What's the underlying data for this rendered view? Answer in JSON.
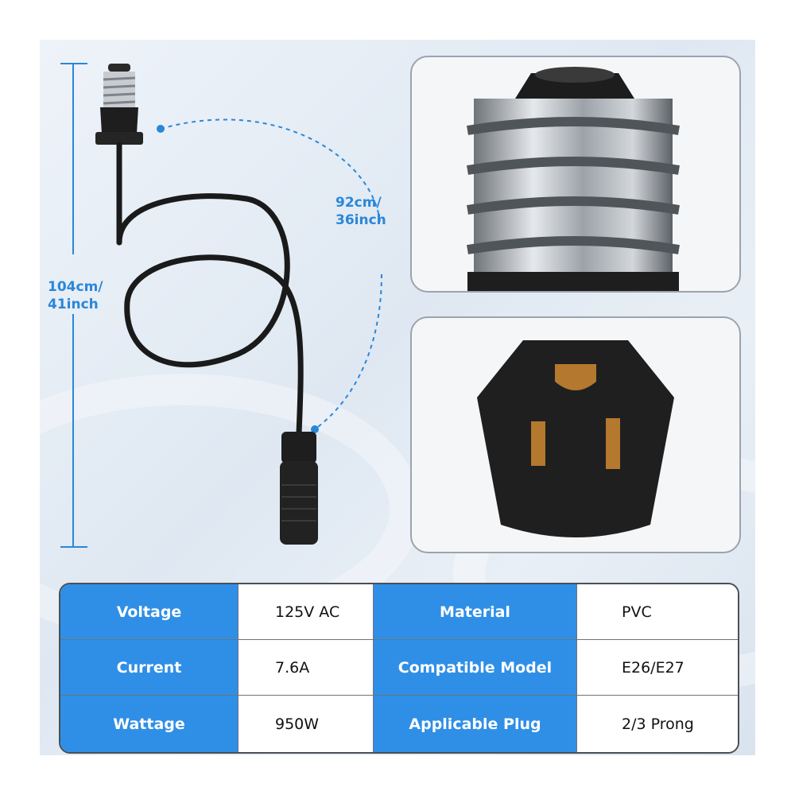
{
  "dimensions": {
    "total_length": [
      "104cm/",
      "41inch"
    ],
    "cord_length": [
      "92cm/",
      "36inch"
    ]
  },
  "colors": {
    "accent": "#2f8fe6",
    "dimension": "#2a87d8",
    "cable": "#1a1a1a"
  },
  "icons": {
    "socket": "e26-lamp-socket-adapter",
    "thread": "metal-screw-thread-closeup",
    "outlet": "three-prong-outlet-face"
  },
  "specs": [
    {
      "key1": "Voltage",
      "val1": "125V AC",
      "key2": "Material",
      "val2": "PVC"
    },
    {
      "key1": "Current",
      "val1": "7.6A",
      "key2": "Compatible Model",
      "val2": "E26/E27"
    },
    {
      "key1": "Wattage",
      "val1": "950W",
      "key2": "Applicable Plug",
      "val2": "2/3 Prong"
    }
  ]
}
